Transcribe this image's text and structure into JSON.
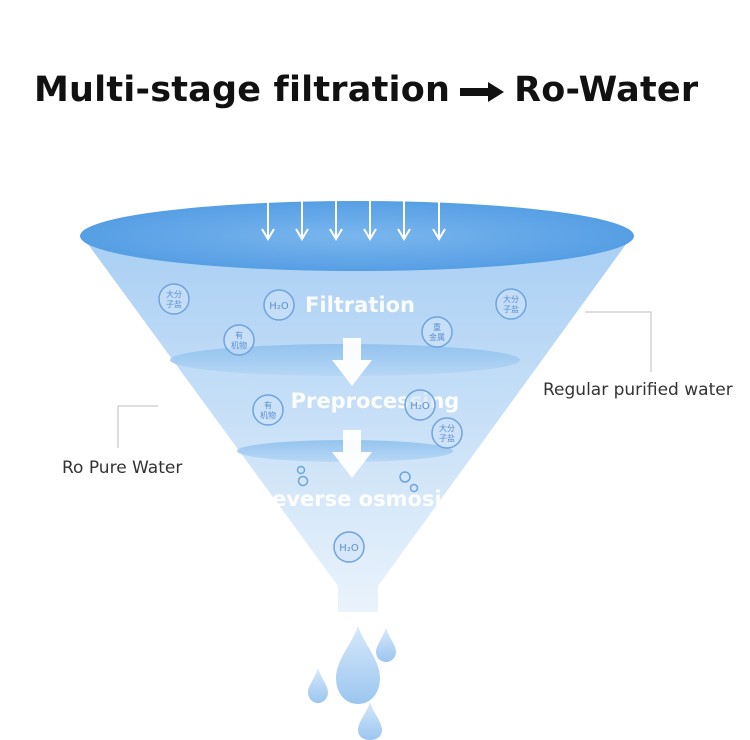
{
  "title": {
    "left": "Multi-stage filtration",
    "right": "Ro-Water",
    "arrow_icon": "right-arrow-icon"
  },
  "stages": [
    {
      "label": "Filtration"
    },
    {
      "label": "Preprocessing"
    },
    {
      "label": "Reverse osmosis"
    }
  ],
  "side_labels": {
    "right": "Regular purified water",
    "left": "Ro Pure Water"
  },
  "molecule_labels": {
    "h2o": "H₂O",
    "macromolecule_1": "大分",
    "macromolecule_2": "子盐",
    "organic_1": "有",
    "organic_2": "机物",
    "heavy_metal_1": "重",
    "heavy_metal_2": "金属"
  },
  "colors": {
    "funnel": "#b9d8f6",
    "funnel_top": "#5aa2e6",
    "disc": "#9cc8f0",
    "accent": "#4a90d9",
    "title": "#111111"
  }
}
